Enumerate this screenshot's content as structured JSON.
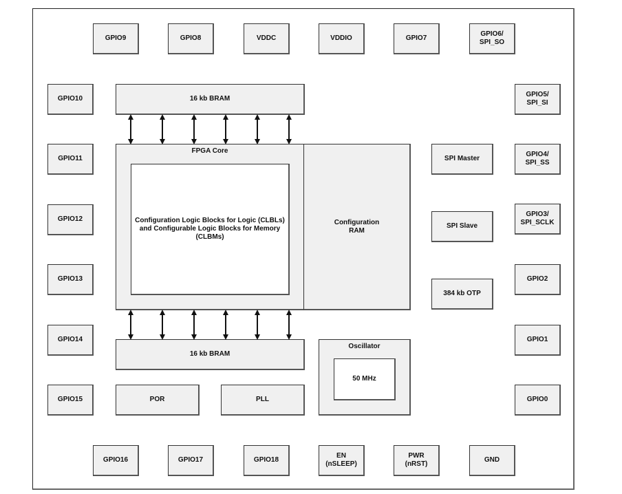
{
  "diagram": {
    "top_pins": [
      "GPIO9",
      "GPIO8",
      "VDDC",
      "VDDIO",
      "GPIO7",
      "GPIO6/\nSPI_SO"
    ],
    "left_pins": [
      "GPIO10",
      "GPIO11",
      "GPIO12",
      "GPIO13",
      "GPIO14",
      "GPIO15"
    ],
    "right_pins": [
      "GPIO5/\nSPI_SI",
      "GPIO4/\nSPI_SS",
      "GPIO3/\nSPI_SCLK",
      "GPIO2",
      "GPIO1",
      "GPIO0"
    ],
    "bottom_pins": [
      "GPIO16",
      "GPIO17",
      "GPIO18",
      "EN\n(nSLEEP)",
      "PWR\n(nRST)",
      "GND"
    ],
    "blocks": {
      "bram_top": "16 kb BRAM",
      "bram_bottom": "16 kb BRAM",
      "fpga_core": "FPGA Core",
      "clb": "Configuration Logic Blocks for Logic (CLBLs)\nand Configurable Logic Blocks for Memory\n(CLBMs)",
      "config_ram": "Configuration\nRAM",
      "spi_master": "SPI Master",
      "spi_slave": "SPI Slave",
      "otp": "384 kb OTP",
      "por": "POR",
      "pll": "PLL",
      "oscillator": "Oscillator",
      "osc_freq": "50 MHz"
    },
    "bus_arrow_count": 6
  }
}
